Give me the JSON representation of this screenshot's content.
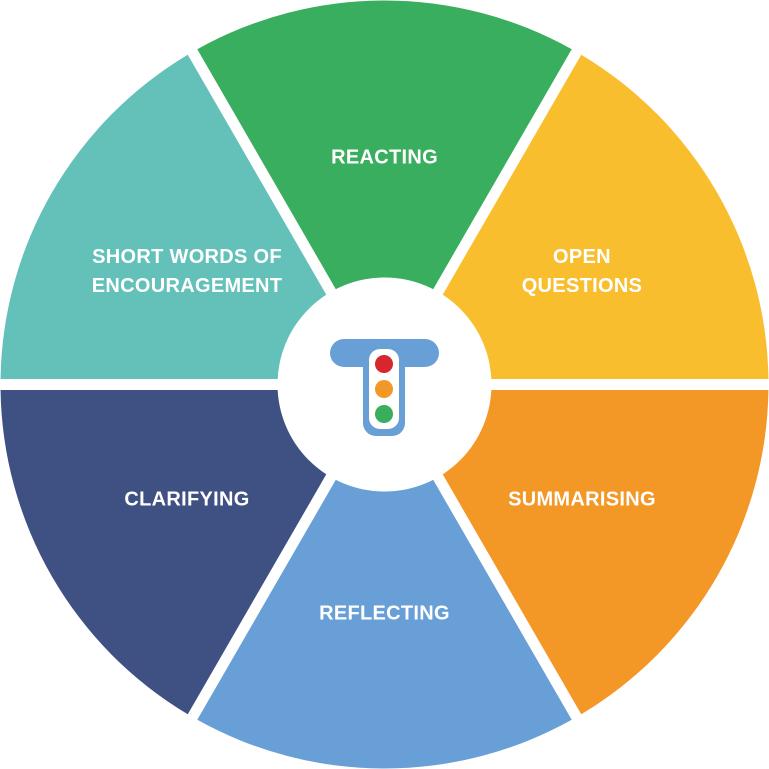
{
  "segments": [
    {
      "id": "reacting",
      "lines": [
        "REACTING"
      ],
      "color": "#39AE5E"
    },
    {
      "id": "open-questions",
      "lines": [
        "OPEN",
        "QUESTIONS"
      ],
      "color": "#F9BE2E"
    },
    {
      "id": "summarising",
      "lines": [
        "SUMMARISING"
      ],
      "color": "#F39827"
    },
    {
      "id": "reflecting",
      "lines": [
        "REFLECTING"
      ],
      "color": "#679FD6"
    },
    {
      "id": "clarifying",
      "lines": [
        "CLARIFYING"
      ],
      "color": "#3F5083"
    },
    {
      "id": "short-words-of-encouragement",
      "lines": [
        "SHORT WORDS OF",
        "ENCOURAGEMENT"
      ],
      "color": "#63C1BA"
    }
  ],
  "center_logo": {
    "icon": "traffic-light-t-icon",
    "bar_color": "#679FD6",
    "light_colors": [
      "#D7262E",
      "#F39827",
      "#39AE5E"
    ]
  }
}
